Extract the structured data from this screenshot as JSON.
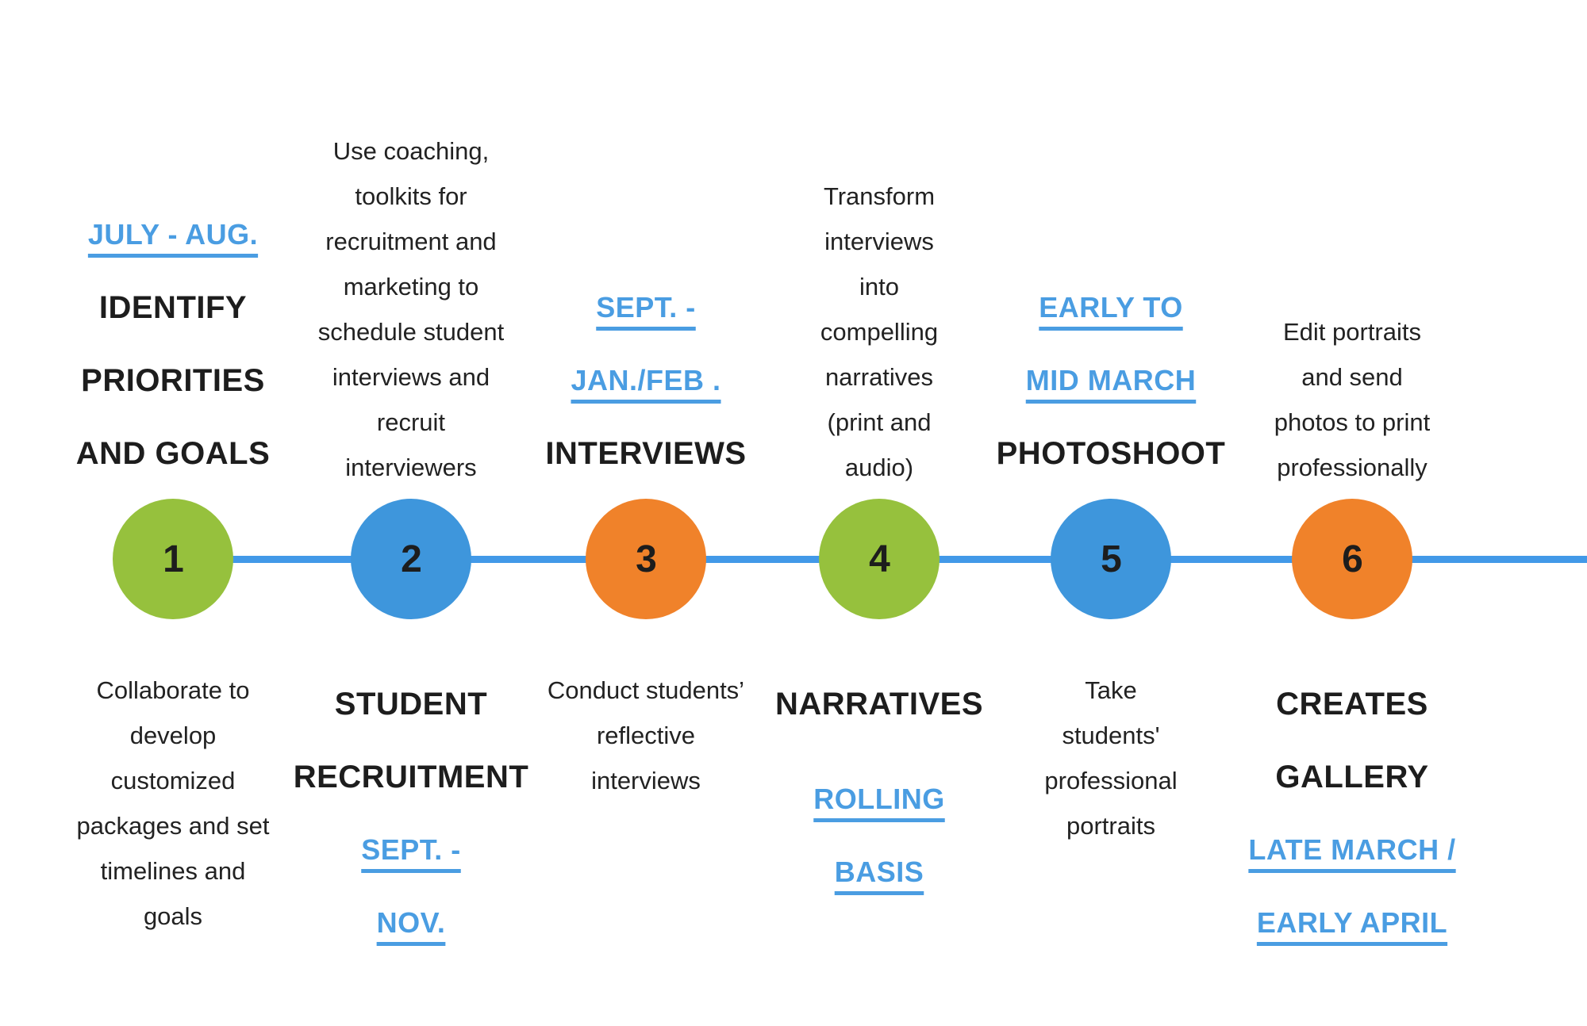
{
  "colors": {
    "green": "#96C13D",
    "blue": "#3E96DC",
    "orange": "#F0822A",
    "line": "#4299E8",
    "date_blue": "#4A9DE2",
    "heading_black": "#1D1D1D",
    "body_black": "#222222",
    "background": "#FFFFFF"
  },
  "timeline": {
    "steps": [
      {
        "number": "1",
        "circle_color": "#96C13D",
        "top_date": "JULY - AUG.",
        "top_title": "IDENTIFY\nPRIORITIES\nAND GOALS",
        "bottom_text": "Collaborate to\ndevelop\ncustomized\npackages and set\ntimelines and\ngoals"
      },
      {
        "number": "2",
        "circle_color": "#3E96DC",
        "top_text": "Use coaching,\ntoolkits for\nrecruitment and\nmarketing to\nschedule student\ninterviews and\nrecruit\ninterviewers",
        "bottom_title": "STUDENT\nRECRUITMENT",
        "bottom_date": "SEPT. -\nNOV."
      },
      {
        "number": "3",
        "circle_color": "#F0822A",
        "top_date": "SEPT. -\nJAN./FEB .",
        "top_title": "INTERVIEWS",
        "bottom_text": "Conduct students’\nreflective\ninterviews"
      },
      {
        "number": "4",
        "circle_color": "#96C13D",
        "top_text": "Transform\ninterviews\ninto\ncompelling\nnarratives\n(print and\naudio)",
        "bottom_title": "NARRATIVES",
        "bottom_date": "ROLLING\nBASIS"
      },
      {
        "number": "5",
        "circle_color": "#3E96DC",
        "top_date": "EARLY TO\nMID MARCH",
        "top_title": "PHOTOSHOOT",
        "bottom_text": "Take\nstudents'\nprofessional\nportraits"
      },
      {
        "number": "6",
        "circle_color": "#F0822A",
        "top_text": "Edit portraits\nand send\nphotos to print\nprofessionally",
        "bottom_title": "CREATES\nGALLERY",
        "bottom_date": "LATE MARCH /\nEARLY APRIL"
      }
    ]
  }
}
